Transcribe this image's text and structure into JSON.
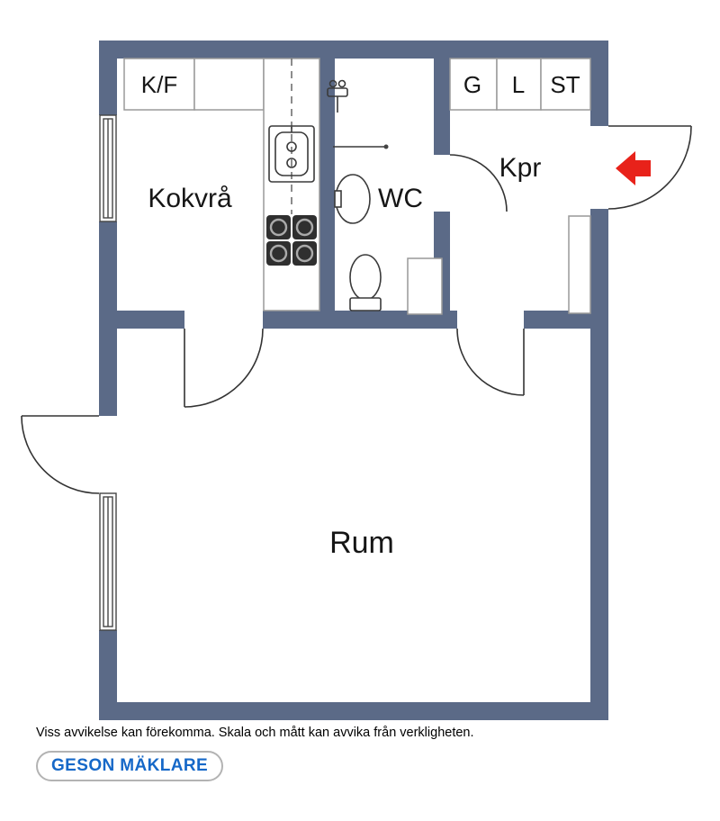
{
  "floorplan": {
    "rooms": {
      "kitchen": "Kokvrå",
      "wc": "WC",
      "hall": "Kpr",
      "main_room": "Rum"
    },
    "fixtures": {
      "fridge_freezer": "K/F",
      "closet_g": "G",
      "closet_l": "L",
      "closet_st": "ST"
    },
    "colors": {
      "wall": "#5b6a87",
      "entry_arrow": "#e8221a",
      "fixture_outline": "#9a9a9a"
    }
  },
  "footer": {
    "disclaimer": "Viss avvikelse kan förekomma. Skala och mått kan avvika från verkligheten.",
    "brand": "GESON MÄKLARE",
    "brand_color": "#1668c8",
    "brand_border": "#b3b3b3"
  }
}
